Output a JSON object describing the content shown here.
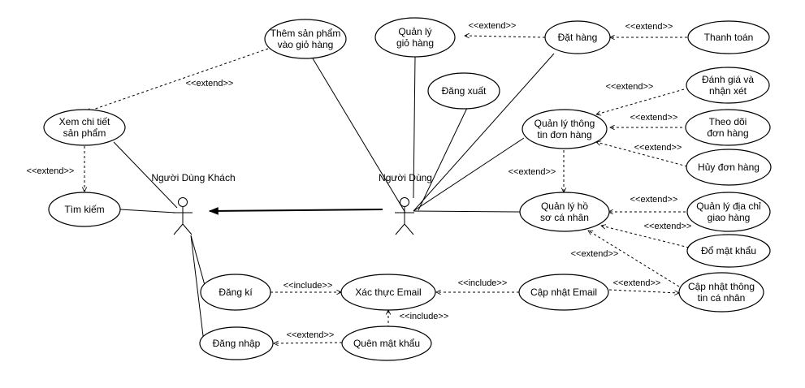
{
  "actors": {
    "guest": "Người Dùng Khách",
    "user": "Người Dùng"
  },
  "use_cases": {
    "add_to_cart": [
      "Thêm sản phẩm",
      "vào giỏ hàng"
    ],
    "cart_manage": [
      "Quản lý",
      "giỏ hàng"
    ],
    "order": [
      "Đặt hàng"
    ],
    "payment": [
      "Thanh toán"
    ],
    "review": [
      "Đánh giá và",
      "nhận xét"
    ],
    "logout": [
      "Đăng xuất"
    ],
    "order_manage": [
      "Quản lý thông",
      "tin đơn hàng"
    ],
    "track": [
      "Theo dõi",
      "đơn hàng"
    ],
    "cancel": [
      "Hủy đơn hàng"
    ],
    "view_detail": [
      "Xem chi tiết",
      "sản phẩm"
    ],
    "search": [
      "Tìm kiếm"
    ],
    "profile": [
      "Quản lý hồ",
      "sơ cá nhân"
    ],
    "address": [
      "Quản lý địa chỉ",
      "giao hàng"
    ],
    "password": [
      "Đổ mật khẩu"
    ],
    "update_info": [
      "Cập nhật thông",
      "tin cá nhân"
    ],
    "register": [
      "Đăng kí"
    ],
    "verify_email": [
      "Xác thực Email"
    ],
    "update_email": [
      "Cập nhật Email"
    ],
    "login": [
      "Đăng nhập"
    ],
    "forgot_pw": [
      "Quên mật khẩu"
    ]
  },
  "labels": {
    "extend": "<<extend>>",
    "include": "<<include>>"
  }
}
